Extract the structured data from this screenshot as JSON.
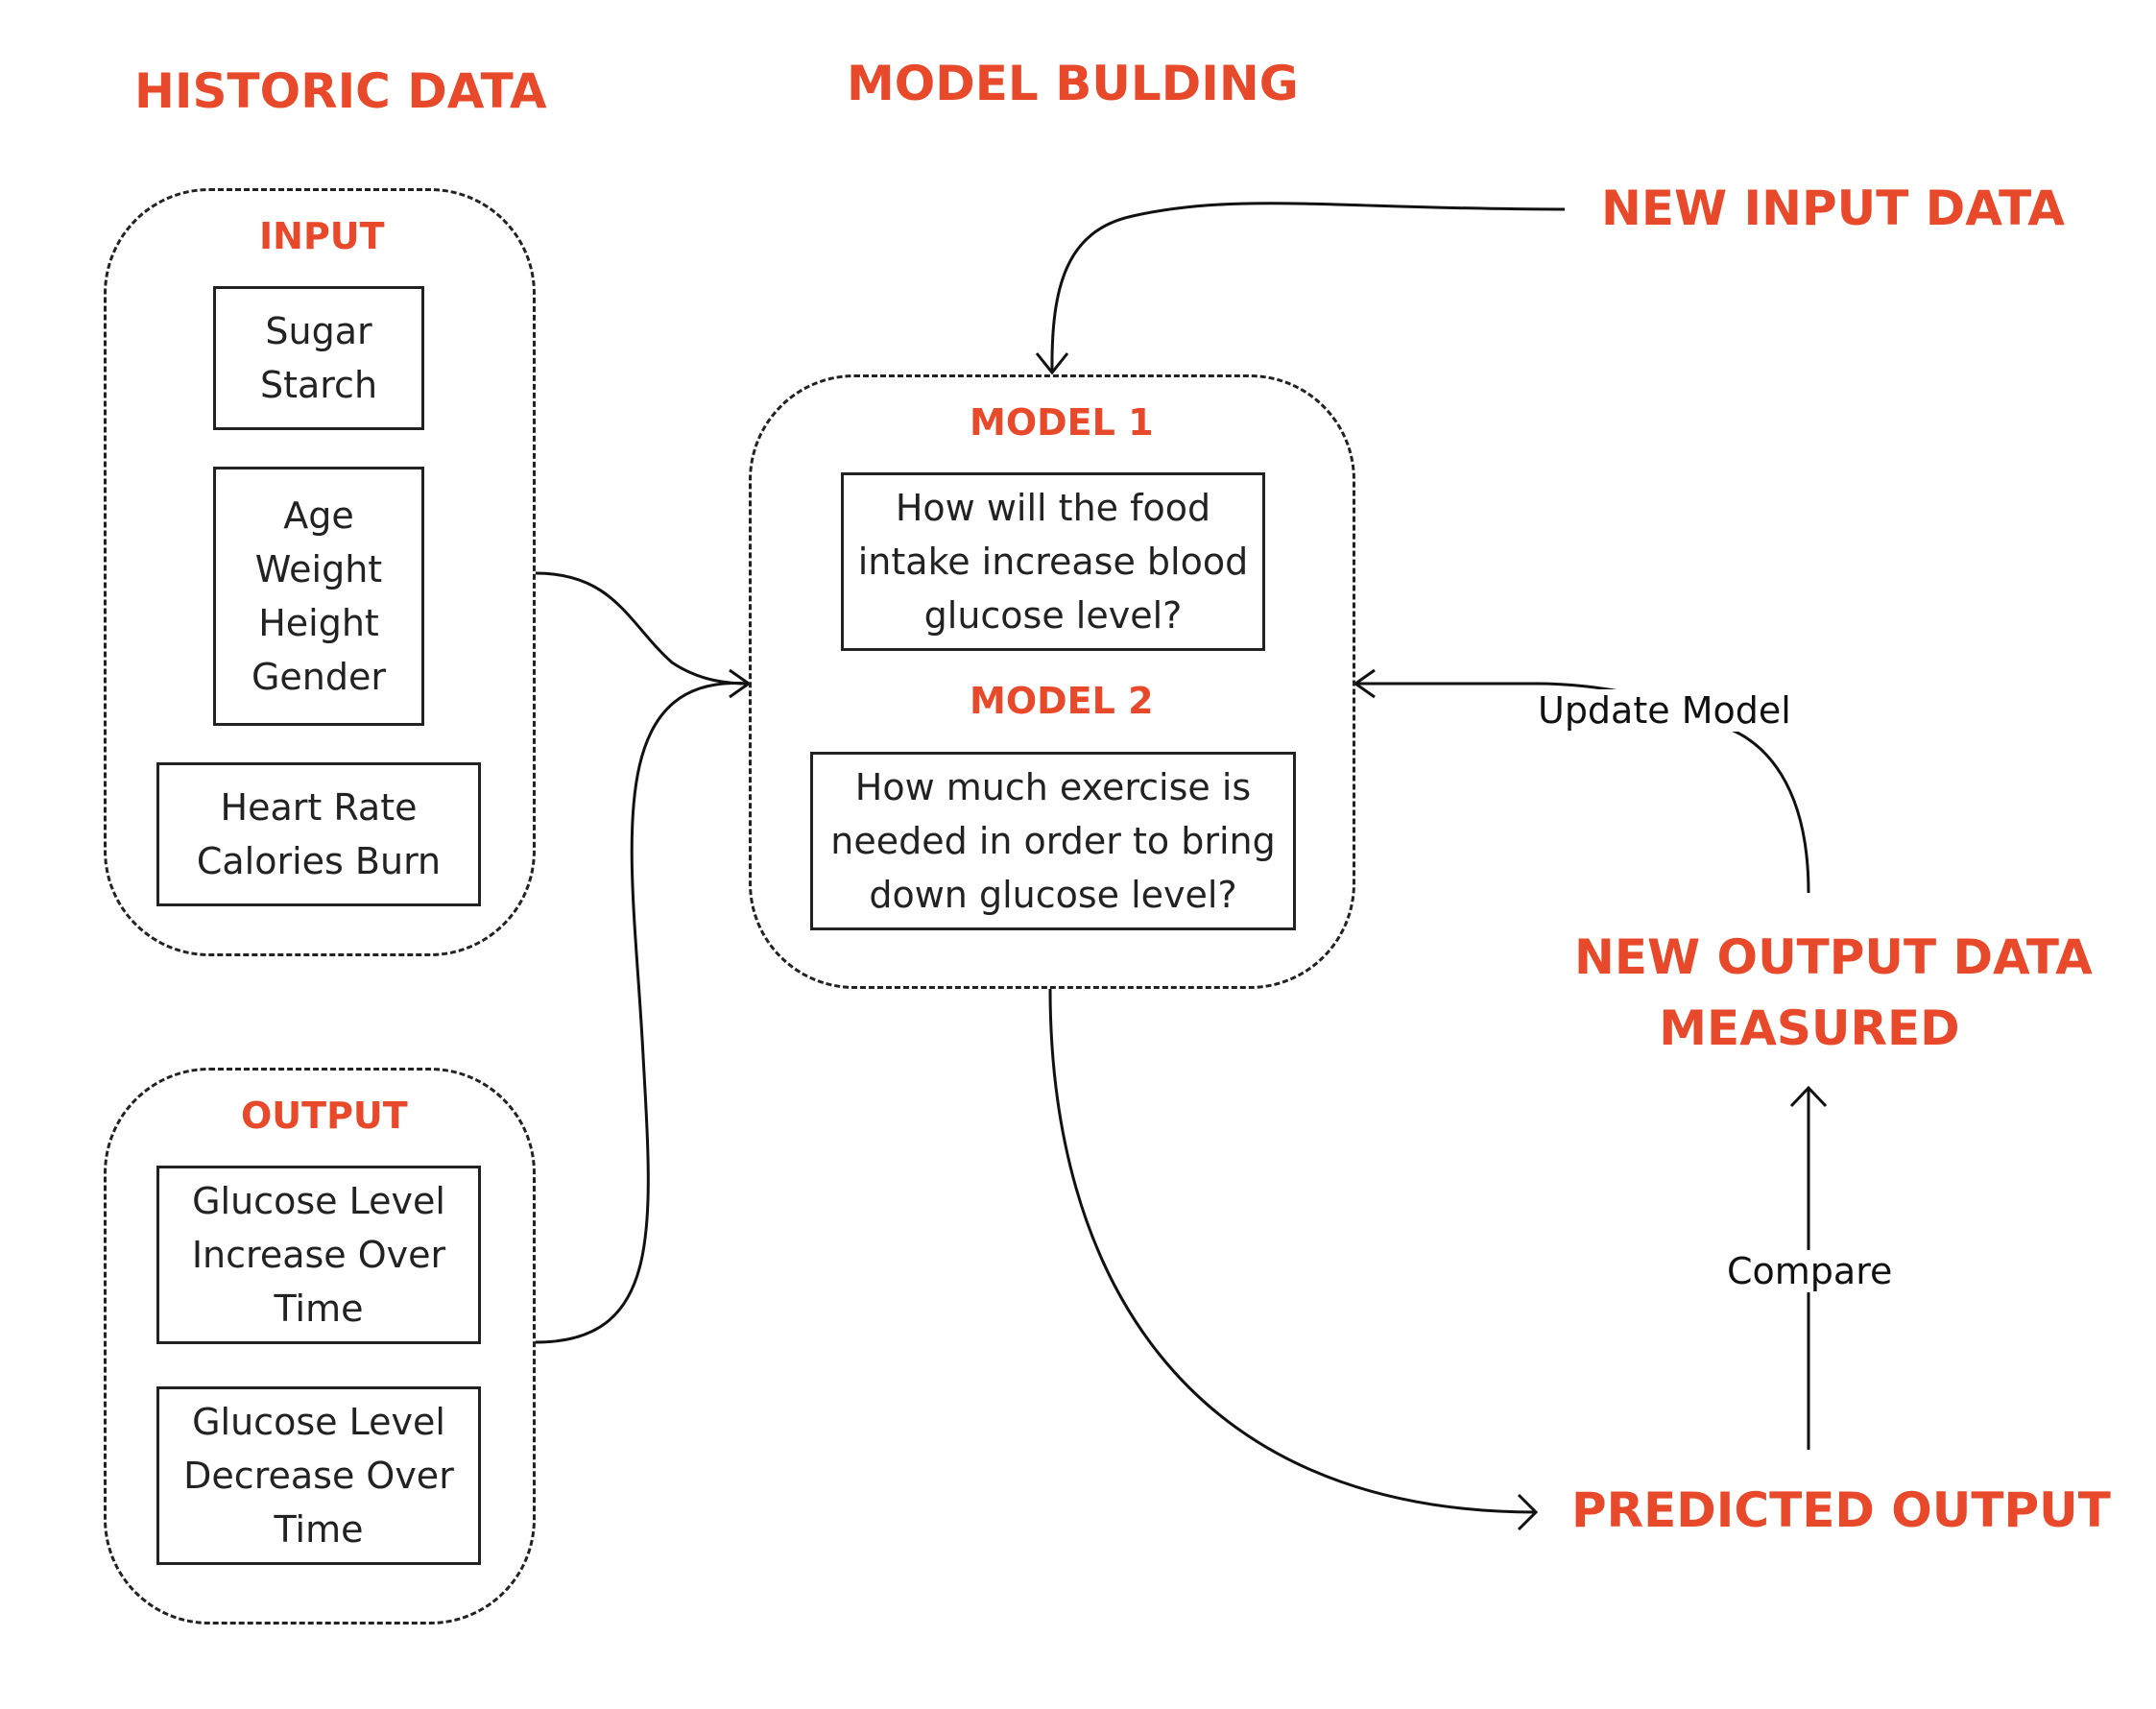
{
  "headings": {
    "historic_data": "HISTORIC DATA",
    "model_building": "MODEL BULDING",
    "new_input_data": "NEW INPUT DATA",
    "new_output_data_line1": "NEW OUTPUT DATA",
    "new_output_data_line2": "MEASURED",
    "predicted_output": "PREDICTED OUTPUT"
  },
  "input_group": {
    "title": "INPUT",
    "boxes": [
      {
        "lines": [
          "Sugar",
          "Starch"
        ]
      },
      {
        "lines": [
          "Age",
          "Weight",
          "Height",
          "Gender"
        ]
      },
      {
        "lines": [
          "Heart Rate",
          "Calories Burn"
        ]
      }
    ]
  },
  "output_group": {
    "title": "OUTPUT",
    "boxes": [
      {
        "lines": [
          "Glucose Level",
          "Increase Over",
          "Time"
        ]
      },
      {
        "lines": [
          "Glucose Level",
          "Decrease Over",
          "Time"
        ]
      }
    ]
  },
  "model_group": {
    "model1_title": "MODEL 1",
    "model1_lines": [
      "How will the food",
      "intake increase blood",
      "glucose level?"
    ],
    "model2_title": "MODEL 2",
    "model2_lines": [
      "How much exercise is",
      "needed in order to bring",
      "down glucose level?"
    ]
  },
  "edge_labels": {
    "update_model": "Update Model",
    "compare": "Compare"
  },
  "colors": {
    "accent": "#e8492a",
    "line": "#222222"
  }
}
